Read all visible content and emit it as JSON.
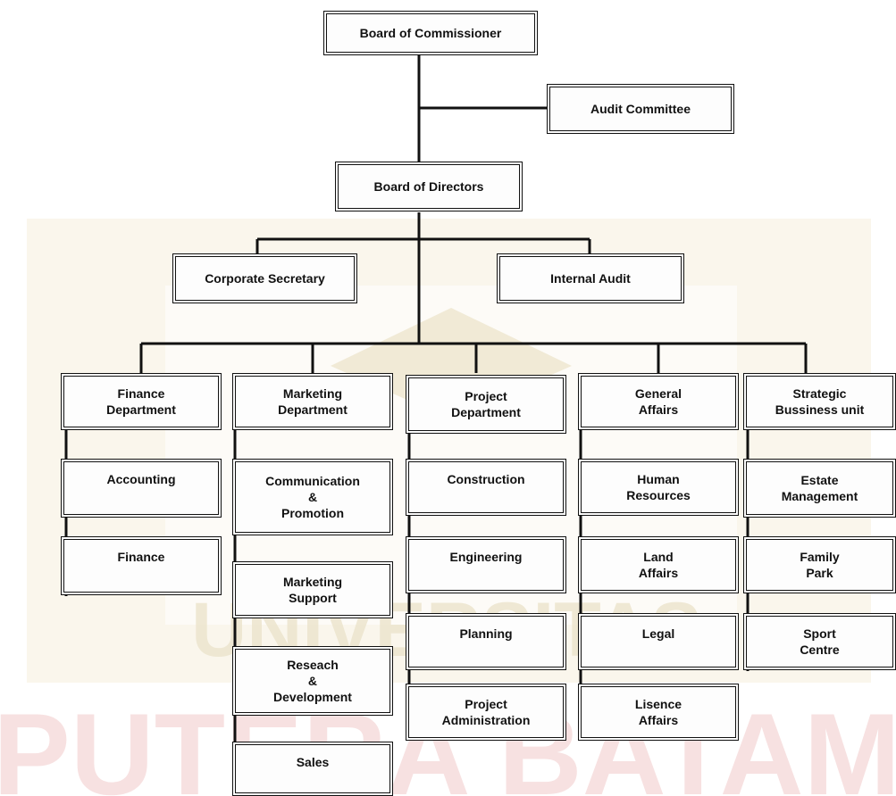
{
  "colors": {
    "line": "#111111",
    "watermark_gold": "#f3ecd8",
    "watermark_red": "#f6dede"
  },
  "watermark": {
    "text1": "UNIVERSITAS",
    "text2": "PUTERA BATAM"
  },
  "nodes": {
    "board_of_commissioner": "Board of Commissioner",
    "audit_committee": "Audit Committee",
    "board_of_directors": "Board of Directors",
    "corporate_secretary": "Corporate Secretary",
    "internal_audit": "Internal Audit",
    "finance_department": "Finance\nDepartment",
    "accounting": "Accounting",
    "finance": "Finance",
    "marketing_department": "Marketing\nDepartment",
    "communication_promotion": "Communication\n&\nPromotion",
    "marketing_support": "Marketing\nSupport",
    "research_development": "Reseach\n&\nDevelopment",
    "sales": "Sales",
    "project_department": "Project\nDepartment",
    "construction": "Construction",
    "engineering": "Engineering",
    "planning": "Planning",
    "project_administration": "Project\nAdministration",
    "general_affairs": "General\nAffairs",
    "human_resources": "Human\nResources",
    "land_affairs": "Land\nAffairs",
    "legal": "Legal",
    "lisence_affairs": "Lisence\nAffairs",
    "strategic_business_unit": "Strategic\nBussiness unit",
    "estate_management": "Estate\nManagement",
    "family_park": "Family\nPark",
    "sport_centre": "Sport\nCentre"
  }
}
